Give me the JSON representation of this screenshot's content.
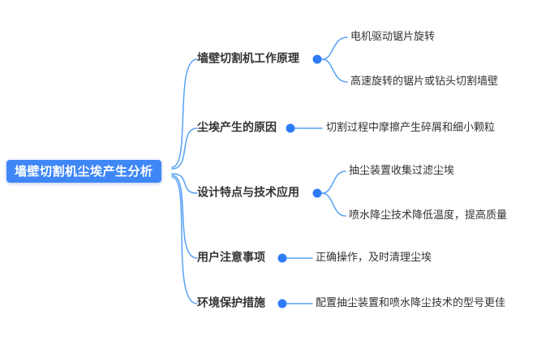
{
  "root": {
    "label": "墙壁切割机尘埃产生分析"
  },
  "branches": [
    {
      "label": "墙壁切割机工作原理",
      "children": [
        {
          "label": "电机驱动锯片旋转"
        },
        {
          "label": "高速旋转的锯片或钻头切割墙壁"
        }
      ]
    },
    {
      "label": "尘埃产生的原因",
      "children": [
        {
          "label": "切割过程中摩擦产生碎屑和细小颗粒"
        }
      ]
    },
    {
      "label": "设计特点与技术应用",
      "children": [
        {
          "label": "抽尘装置收集过滤尘埃"
        },
        {
          "label": "喷水降尘技术降低温度，提高质量"
        }
      ]
    },
    {
      "label": "用户注意事项",
      "children": [
        {
          "label": "正确操作，及时清理尘埃"
        }
      ]
    },
    {
      "label": "环境保护措施",
      "children": [
        {
          "label": "配置抽尘装置和喷水降尘技术的型号更佳"
        }
      ]
    }
  ],
  "colors": {
    "root_bg": "#3f87f6",
    "line": "#56a2f5",
    "dot": "#2e7cf6",
    "text": "#333333"
  }
}
